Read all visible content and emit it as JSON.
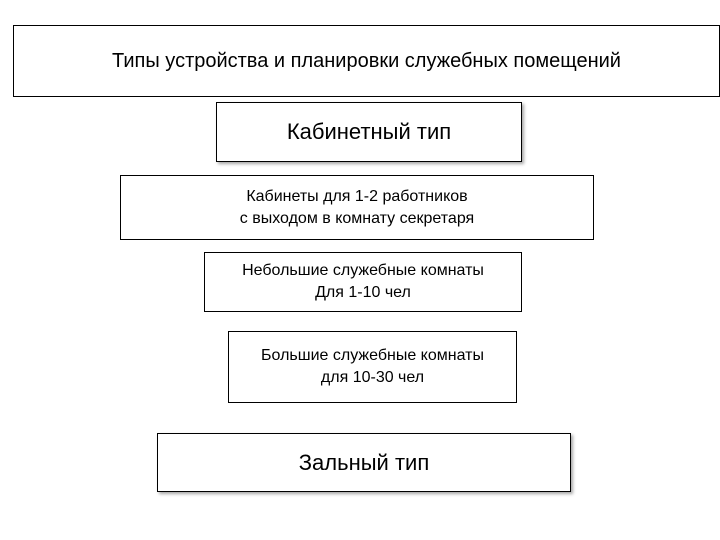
{
  "title": "Типы устройства и планировки служебных помещений",
  "cabinet_type": "Кабинетный тип",
  "small_offices": {
    "line1": "Кабинеты для 1-2 работников",
    "line2": "с выходом в комнату секретаря"
  },
  "medium_rooms": {
    "line1": "Небольшие служебные комнаты",
    "line2": "Для 1-10 чел"
  },
  "large_rooms": {
    "line1": "Большие служебные комнаты",
    "line2": "для 10-30 чел"
  },
  "hall_type": "Зальный тип"
}
